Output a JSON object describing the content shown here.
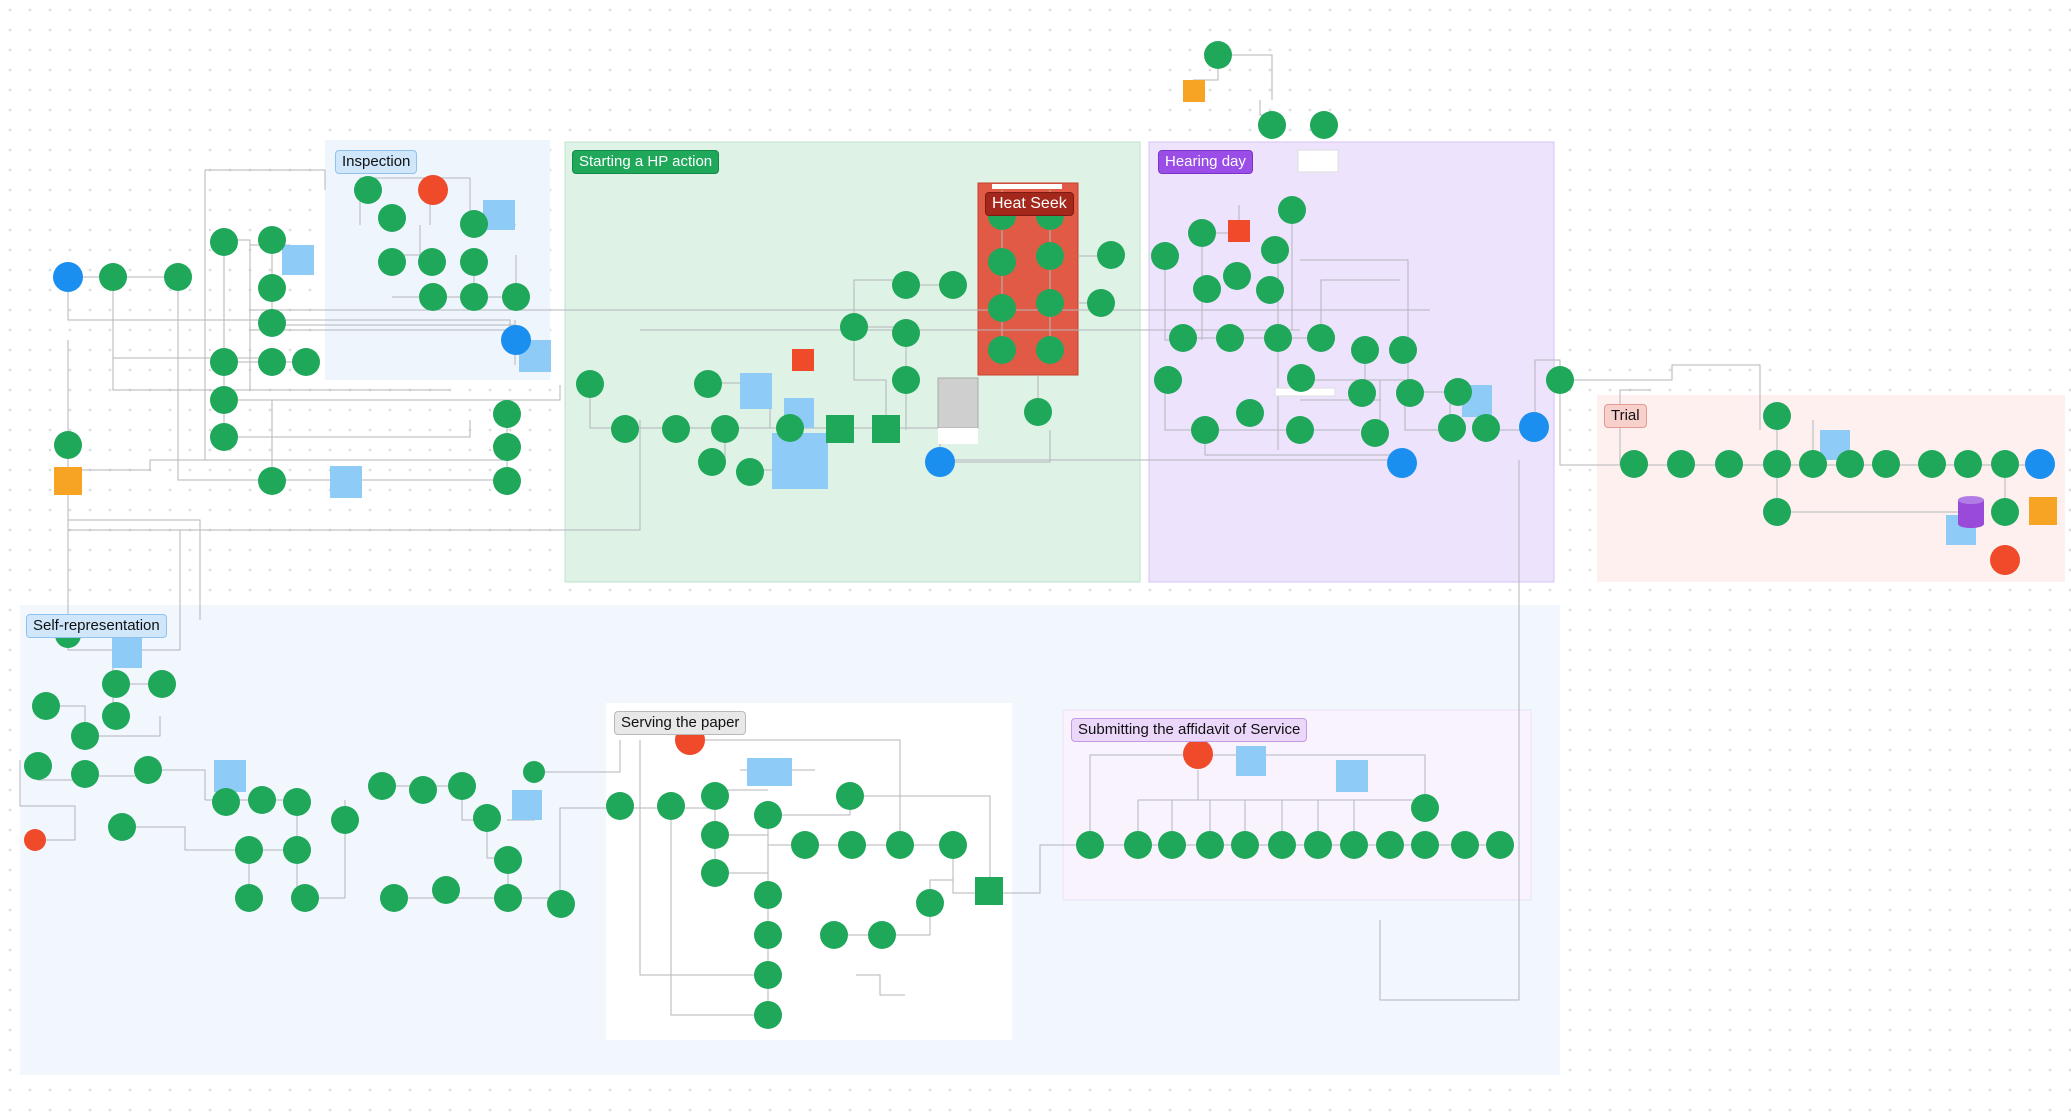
{
  "board": {
    "sections": {
      "inspection": "Inspection",
      "starting_hp_action": "Starting a HP action",
      "heat_seek": "Heat Seek",
      "hearing_day": "Hearing day",
      "trial": "Trial",
      "self_representation": "Self-representation",
      "serving_the_paper": "Serving the paper",
      "submitting_affidavit": "Submitting the affidavit of Service"
    }
  },
  "colors": {
    "process_node": "#1fa75a",
    "start_node": "#1b8ff0",
    "stop_node": "#ef4a2a",
    "decision_node": "#f7a323",
    "sticky_note": "#8ecbf7",
    "database_node": "#9a4ad8",
    "connector": "#b4b6bb",
    "inspection_region": "#eef5fd",
    "hp_region": "#def3e6",
    "heat_seek_region": "#e05a45",
    "hearing_region": "#eee3fc",
    "trial_region": "#fdf0ee",
    "self_rep_region": "#f1f7fd",
    "serve_region": "#ffffff",
    "affidavit_region": "#f8f3fc"
  },
  "icons": {
    "process": "green-circle-icon",
    "start": "blue-circle-icon",
    "stop": "red-circle-icon",
    "decision": "orange-square-icon",
    "action": "green-square-icon",
    "note": "sticky-note-icon",
    "database": "database-icon",
    "document": "document-thumbnail-icon"
  }
}
